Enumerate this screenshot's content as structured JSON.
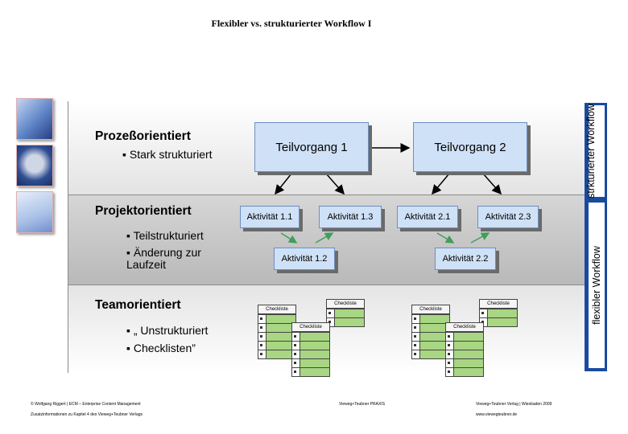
{
  "title": "Flexibler vs. strukturierter Workflow I",
  "side_labels": {
    "top": "strkturierter Workflow",
    "bottom": "flexibler Workflow"
  },
  "sections": {
    "s1": {
      "heading": "Prozeßorientiert",
      "bullets": [
        "Stark strukturiert"
      ]
    },
    "s2": {
      "heading": "Projektorientiert",
      "bullets": [
        "Teilstrukturiert",
        "Änderung zur Laufzeit"
      ]
    },
    "s3": {
      "heading": "Teamorientiert",
      "bullets": [
        "„ Unstrukturiert",
        "Checklisten”"
      ]
    }
  },
  "process": {
    "teilvorgang_1": "Teilvorgang 1",
    "teilvorgang_2": "Teilvorgang 2",
    "a11": "Aktivität 1.1",
    "a13": "Aktivität 1.3",
    "a12": "Aktivität 1.2",
    "a21": "Aktivität 2.1",
    "a23": "Aktivität 2.3",
    "a22": "Aktivität 2.2"
  },
  "checklist_label": "Checkliste",
  "colors": {
    "bar_blue": "#1a4a9e",
    "box_fill": "#cfe1f7",
    "arrow_green": "#3f9f5a",
    "check_green": "#a8d682"
  },
  "footer": {
    "left_line1": "© Wolfgang Riggert | ECM – Enterprise Content Management",
    "left_line2": "Zusatzinformationen zu Kapitel 4 des Vieweg+Teubner Verlags",
    "center": "Vieweg+Teubner PRAXIS",
    "right_line1": "Vieweg+Teubner Verlag | Wiesbaden 2009",
    "right_line2": "www.viewegteubner.de"
  }
}
